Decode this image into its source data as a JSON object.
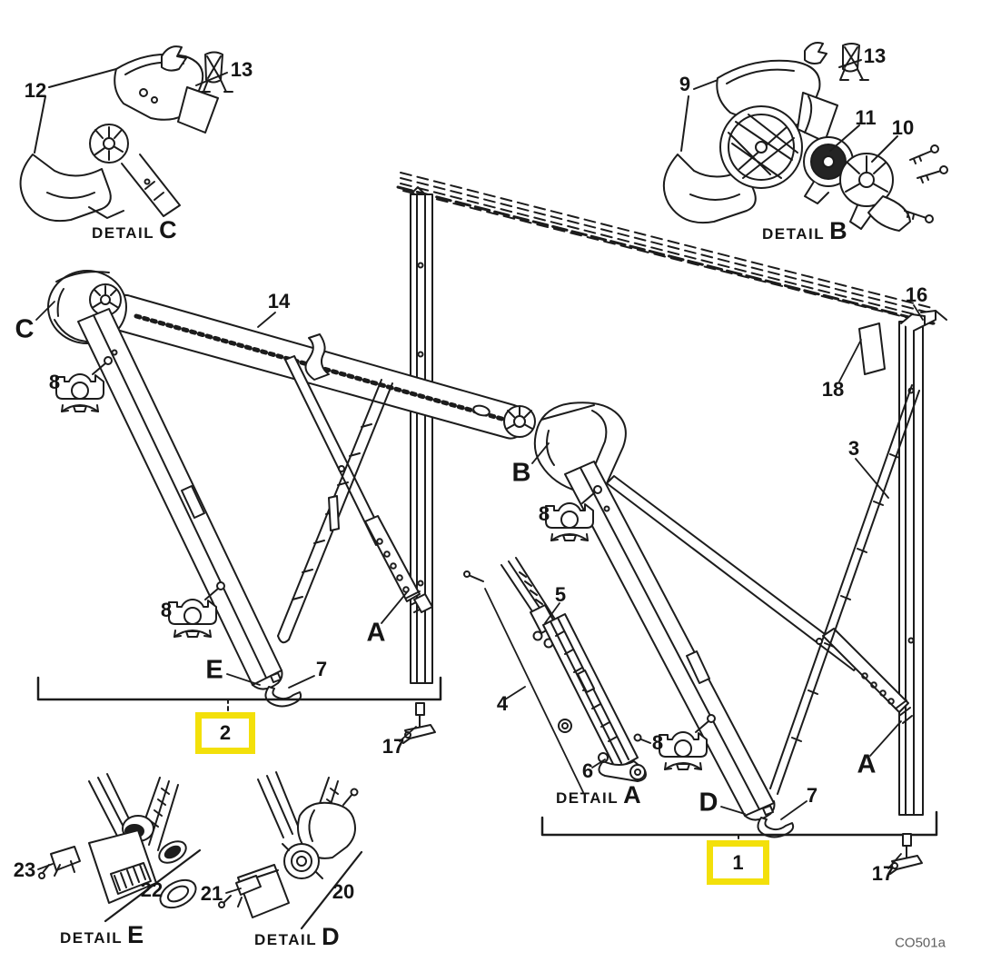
{
  "figure": {
    "code": "CO501a",
    "highlight_color": "#f3e00a",
    "line_color": "#1c1c1c"
  },
  "parts": {
    "1": "1",
    "2": "2",
    "3": "3",
    "4": "4",
    "5": "5",
    "6": "6",
    "7": "7",
    "8": "8",
    "9": "9",
    "10": "10",
    "11": "11",
    "12": "12",
    "13": "13",
    "14": "14",
    "16": "16",
    "17": "17",
    "18": "18",
    "20": "20",
    "21": "21",
    "22": "22",
    "23": "23"
  },
  "assembly_letters": {
    "A": "A",
    "B": "B",
    "C": "C",
    "D": "D",
    "E": "E"
  },
  "detail_captions": {
    "A": {
      "prefix": "DETAIL",
      "letter": "A"
    },
    "B": {
      "prefix": "DETAIL",
      "letter": "B"
    },
    "C": {
      "prefix": "DETAIL",
      "letter": "C"
    },
    "D": {
      "prefix": "DETAIL",
      "letter": "D"
    },
    "E": {
      "prefix": "DETAIL",
      "letter": "E"
    }
  },
  "highlighted_callouts": [
    "1",
    "2"
  ]
}
